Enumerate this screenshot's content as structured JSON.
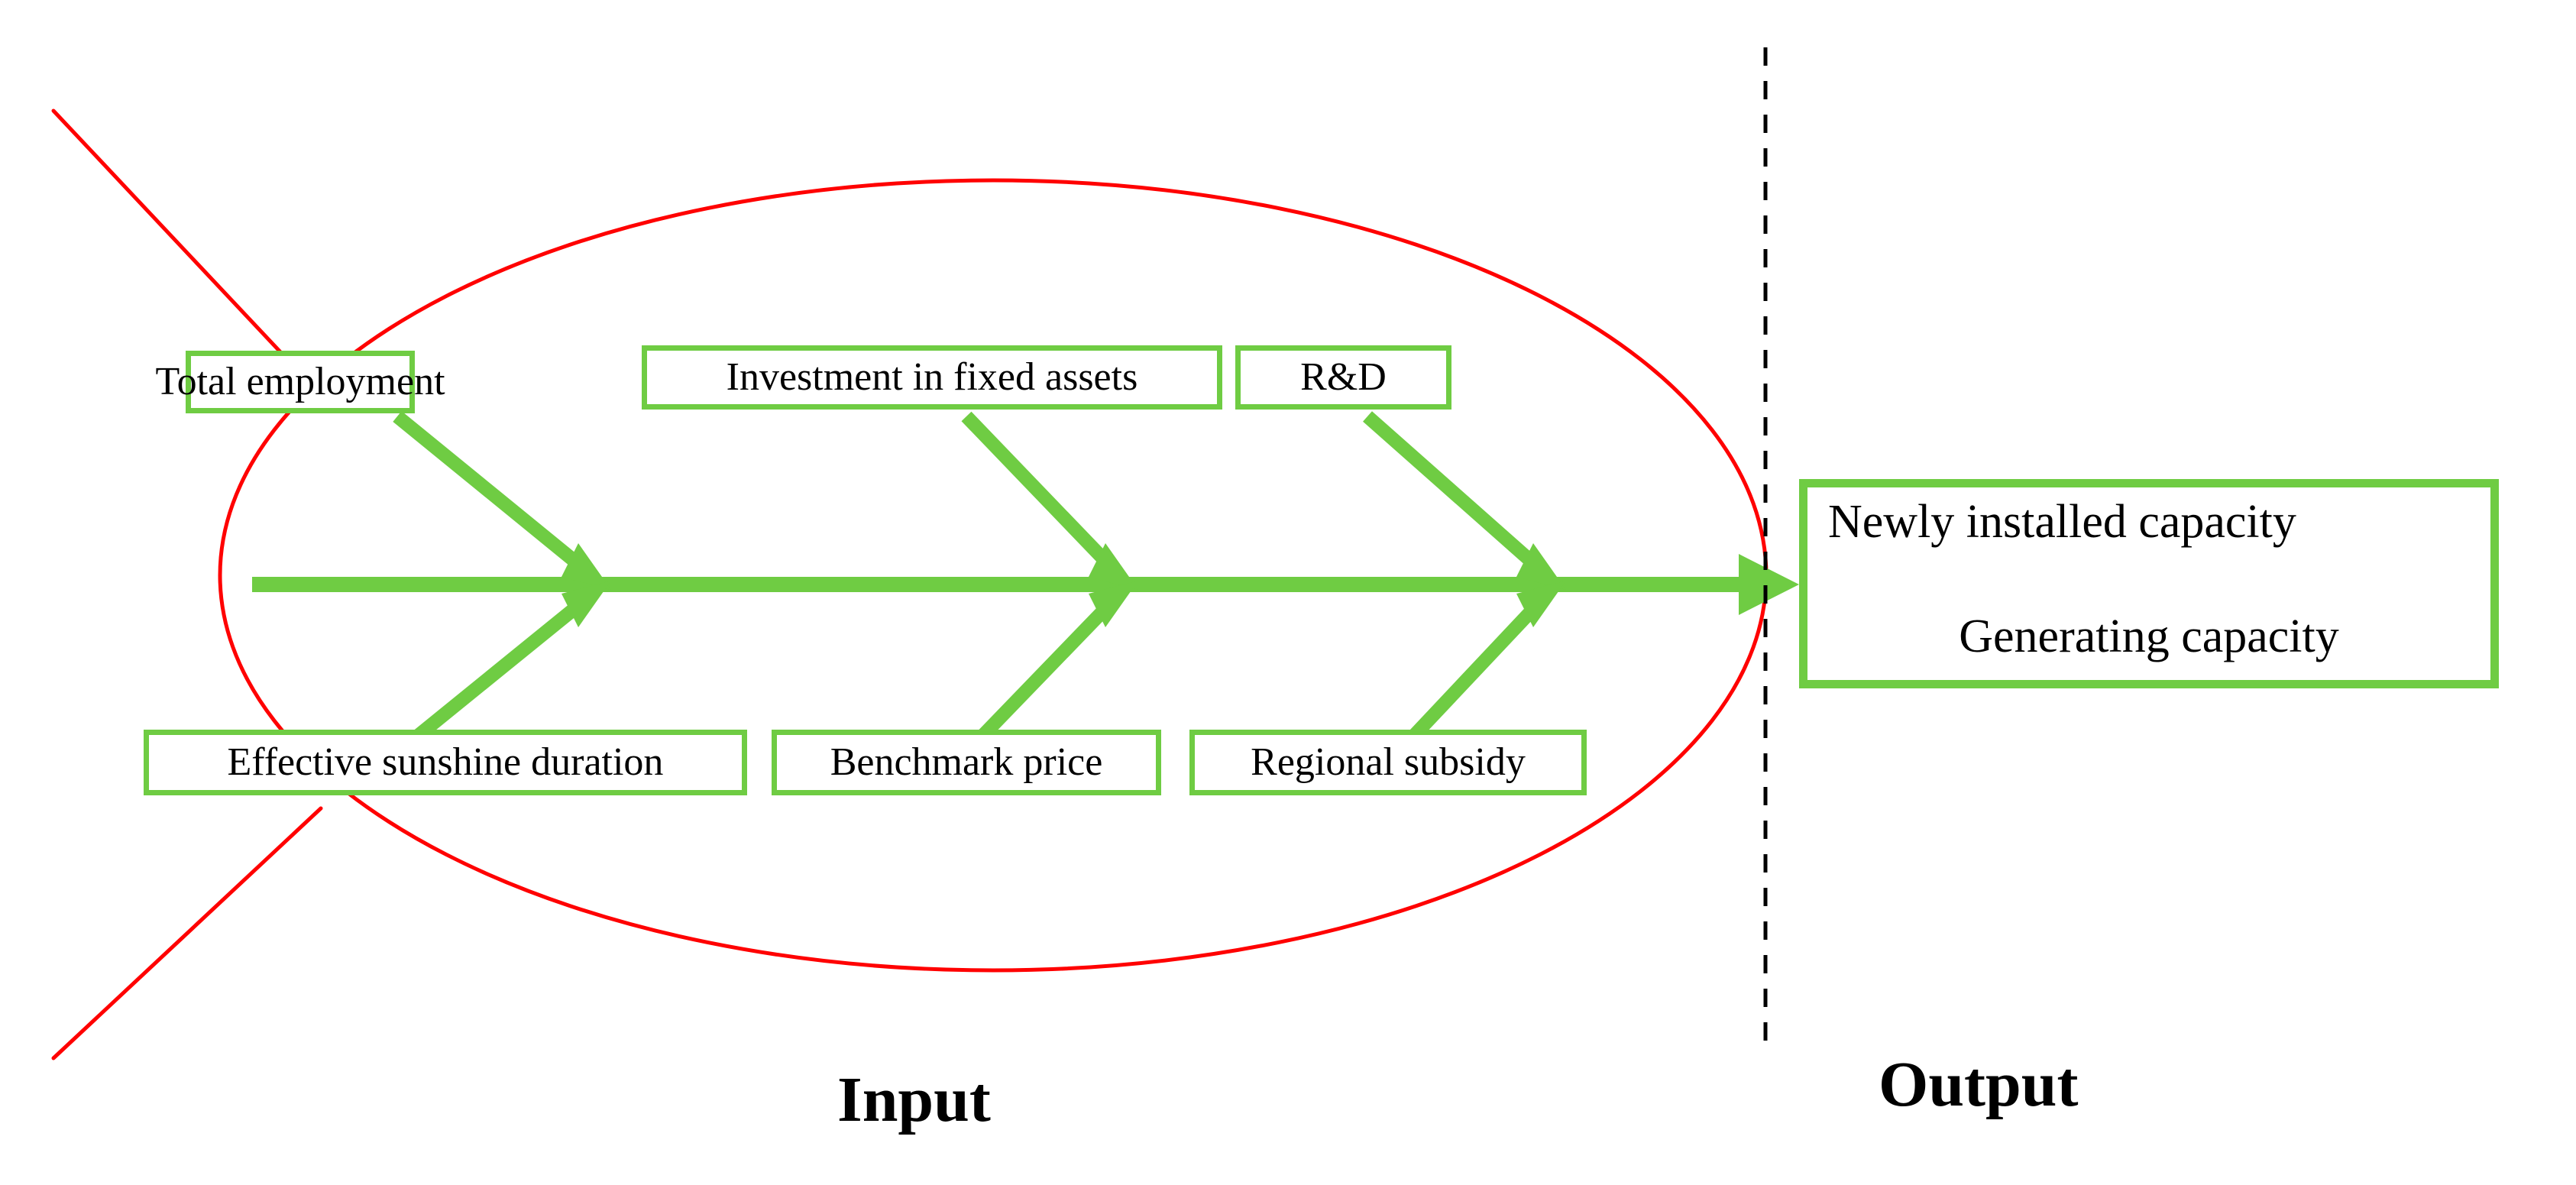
{
  "diagram": {
    "type": "fishbone-ishikawa",
    "colors": {
      "box_border": "#6fcc43",
      "arrow": "#6fcc43",
      "fish_outline": "#ff0000",
      "divider": "#000000",
      "text": "#000000",
      "background": "#ffffff"
    },
    "input_causes_top": [
      {
        "label": "Total employment"
      },
      {
        "label": "Investment in fixed assets"
      },
      {
        "label": "R&D"
      }
    ],
    "input_causes_bottom": [
      {
        "label": "Effective sunshine duration"
      },
      {
        "label": "Benchmark price"
      },
      {
        "label": "Regional subsidy"
      }
    ],
    "output": {
      "lines": [
        "Newly installed capacity",
        "Generating capacity"
      ]
    },
    "sections": {
      "input_title": "Input",
      "output_title": "Output"
    }
  }
}
